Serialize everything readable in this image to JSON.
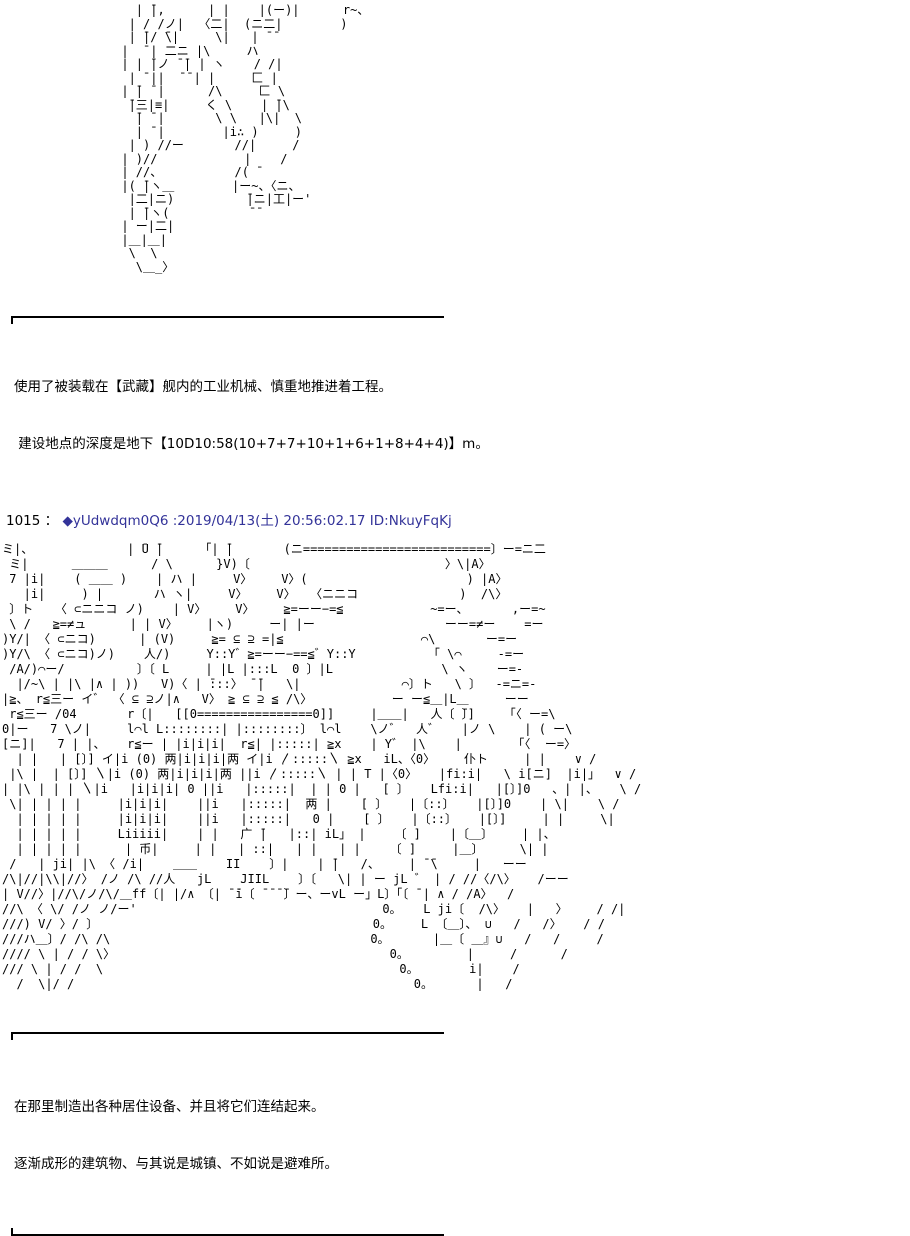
{
  "page": {
    "background": "#ffffff",
    "text_color": "#000000",
    "header_accent_color": "#333399"
  },
  "ascii_art_top": {
    "description": "industrial-mecha-ascii-art",
    "lines": [
      "        | ̄|,      | |    |(ー)|      r~、",
      "       | / /ノ|  〈二|  (ニ二|        )",
      "       | ̄|/ ̄\\|     \\|   | ̄ ̄",
      "      |  ̄ | 二ニ |\\     ハ",
      "      | | ̄|ノ ̄ ̄| | ヽ    / /|",
      "       | ̄ ||  ̄ ̄ | |     匚 |",
      "      | ̄| ̄ |      /\\     匚 \\",
      "       ̄|三|≡|     く \\    | ̄|\\",
      "        ̄| ̄ |       \\ \\   |\\|  \\",
      "        | ̄ |        |i∴ )     )",
      "       | ) //ー       //|     /",
      "      | )//            |    /",
      "      | //、          /( ̄",
      "      |( ̄|ヽ＿        |ー~、〈ニ、",
      "       |二|ニ)          ̄|ニ|工|ー'",
      "       | ̄|ヽ(           ̄ ̄",
      "      | ー|二|",
      "      |＿|＿|",
      "       \\  \\",
      "        \\＿_〉"
    ]
  },
  "narration_1": {
    "lines": [
      "使用了被装载在【武藏】舰内的工业机械、慎重地推进着工程。",
      " 建设地点的深度是地下【10D10:58(10+7+7+10+1+6+1+8+4+4)】m。"
    ]
  },
  "post": {
    "number": "1015",
    "colon": " ： ",
    "name": "◆yUdwdqm0Q6",
    "datetime": " :2019/04/13(土) 20:56:02.17 ",
    "id": "ID:NkuyFqKj"
  },
  "ascii_art_main": {
    "description": "underground-settlement-construction-ascii-art",
    "lines": [
      "ミ|、             | ̄U ̄|     「| ̄|       (ニ==========================〕ー=ニ二",
      " ミ|      ＿＿＿      / \\      }V)〔                           〉\\|A〉",
      " 7 |i|    ( ＿＿ )    | ハ |     V〉    V〉(                      ) |A〉",
      "   |i|     ) |       ハ ヽ|     V〉    V〉  〈ニニコ              )  /\\〉",
      " 〕ト   〈 ⊂ニニコ ノ)    | V〉    V〉    ≧=ーー−=≦            ~=ー、      ,ー=~",
      " \\ /   ≧=≠ュ      | | V〉    |ヽ)     ー| |ー                  ーー=≠ー    =ー",
      ")Y/| 〈 ⊂ニコ)      | (V)     ≧= ⊆ ⊇ =|≦                   ⌒\\       ー=ー",
      ")Y/\\ 〈 ⊂ニコ)ノ)    人/)     Y::Y゛≧=ーー−==≦゛Y::Y          「 \\⌒     -=ー",
      " /A/)⌒ー/          〕〔 L     | |L |:::L  0 〕|L               \\ ヽ    ー=-",
      "  |/~\\ | |\\ |∧ | ))   V)〈 | ̄:::〉 ̄ ̄|   \\|              ⌒〕ト   \\ 〕  -=ニ=-",
      "|≧、 r≦三ー イ゛ 〈 ⊆ ⊇ノ|∧   V〉 ≧ ⊆ ⊇ ≦ /\\〉           ー ー≦＿|L＿     ーー",
      " r≦三ー /04       r〔|   [[0================0]]     |＿＿|   人〔 ̄〕]    「〈 ー=\\",
      "0|ー   7 \\ノ|     l⌒l L::::::::| |::::::::〕 l⌒l    \\ノ゛  人゛   |ノ \\    | ( ー\\",
      "[ニ]|   7 | |、   r≦ー | |i|i|i|  r≦| |:::::| ≧x    | Y゛ |\\    |       「〈  ー=〉",
      "  | |   | [〕] イ|i (0) 两|i|i|i|两 イ|i 〳:::::〵 ≧x   iL、〈0〉    仆ト     | |    ∨ /",
      " |\\ |  | [〕] 〵|i (0) 两|i|i|i|两 ||i 〳:::::〵 | | T |〈0〉   |fi:i|   \\ i[ニ]  |i|」  ∨ /",
      "| |\\ | | | 〵|i   |i|i|i| 0 ||i   |:::::|  | | 0 |   [ 〕   Lfi:i|   |[〕]0   、| |、   \\ /",
      " \\| | | | |     |i|i|i|    ||i   |:::::|  两 |    [ 〕   |〔::〕   |[〕]0    | \\|    \\ /",
      "  | | | | |     |i|i|i|    ||i   |:::::|   0 |    [ 〕   |〔::〕   |[〕]     | |     \\|",
      "  | | | | |     Liiiii|    | |   广 ̄|   |::| iL」 |    〔 ]    |〔＿〕    | |、",
      "  | | | | |      | 币|     | |   | ::|   | |   | |    〔 ]     |＿〕     \\| |",
      " /   | ji| |\\ 〈 /i|    ＿＿    II    〕|    | ̄|   /、    | ̄ ̄\\     |   ーー",
      "/\\|//|\\\\|//〉 /ノ /\\ //人   jL    JIIL    〕〔   \\| | ー jL ゛ | / //〈/\\〉   /ーー",
      "| V//〉|//\\/ノ/\\/＿ff〔| |/∧ 〔| ̄ ̄i〔 ̄ ̄ ̄ ̄〕ー、ーvL ー」L〕「〔 ̄ | ∧ / /A〉  /",
      "//\\ 〈 \\/ /ノ ノ/ー'                                  0。   L ji〔  /\\〉   |   〉    / /|",
      "///) V/ 〉/ 〕                                      0。    L 〔＿〕、 ∪   /   /〉   / /",
      "///ハ＿〕/ /\\ /\\                                    0。      |＿〔 ＿』∪   /   /     /",
      "//// \\ | / / \\〉                                      0。        |     /      /",
      "/// \\ | / /  \\                                         0。       i|    /",
      "  /  \\|/ /                                               0。      |   /",
      ""
    ]
  },
  "narration_2": {
    "lines": [
      "在那里制造出各种居住设备、并且将它们连结起来。",
      "逐渐成形的建筑物、与其说是城镇、不如说是避难所。"
    ]
  }
}
